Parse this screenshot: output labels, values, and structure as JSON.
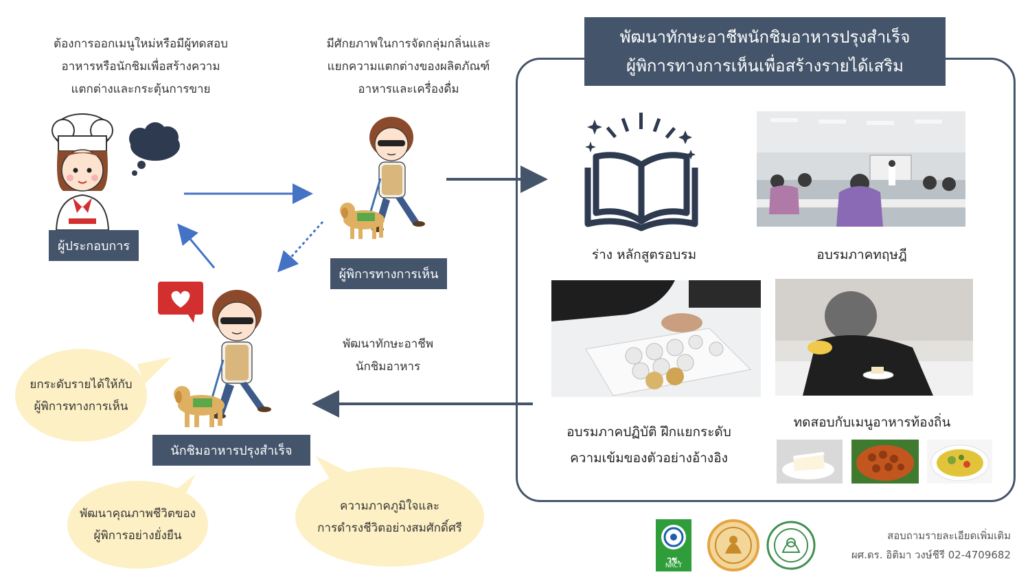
{
  "left": {
    "entrepreneur_need": [
      "ต้องการออกเมนูใหม่หรือมีผู้ทดสอบ",
      "อาหารหรือนักชิมเพื่อสร้างความ",
      "แตกต่างและกระตุ้นการขาย"
    ],
    "entrepreneur_label": "ผู้ประกอบการ",
    "blind_potential": [
      "มีศักยภาพในการจัดกลุ่มกลิ่นและ",
      "แยกความแตกต่างของผลิตภัณฑ์",
      "อาหารและเครื่องดื่ม"
    ],
    "blind_label": "ผู้พิการทางการเห็น",
    "develop_skill": [
      "พัฒนาทักษะอาชีพ",
      "นักชิมอาหาร"
    ],
    "taster_label": "นักชิมอาหารปรุงสำเร็จ",
    "bubble_income": [
      "ยกระดับรายได้ให้กับ",
      "ผู้พิการทางการเห็น"
    ],
    "bubble_quality": [
      "พัฒนาคุณภาพชีวิตของ",
      "ผู้พิการอย่างยั่งยืน"
    ],
    "bubble_pride": [
      "ความภาคภูมิใจและ",
      "การดำรงชีวิตอย่างสมศักดิ์ศรี"
    ]
  },
  "panel": {
    "title": [
      "พัฒนาทักษะอาชีพนักชิมอาหารปรุงสำเร็จ",
      "ผู้พิการทางการเห็นเพื่อสร้างรายได้เสริม"
    ],
    "draft_curriculum": "ร่าง หลักสูตรอบรม",
    "theory_training": "อบรมภาคทฤษฎี",
    "practice_training": [
      "อบรมภาคปฏิบัติ ฝึกแยกระดับ",
      "ความเข้มของตัวอย่างอ้างอิง"
    ],
    "local_menu_test": "ทดสอบกับเมนูอาหารท้องถิ่น"
  },
  "footer": {
    "nrct_logo_text": "วช.",
    "nrct_logo_sub": "NRCT",
    "contact_line1": "สอบถามรายละเอียดเพิ่มเติม",
    "contact_line2": "ผศ.ดร. อิติมา วงษ์ชีรี 02-4709682"
  },
  "colors": {
    "box": "#44546a",
    "arrow_blue": "#4472c4",
    "bubble": "#fdf0c4"
  }
}
